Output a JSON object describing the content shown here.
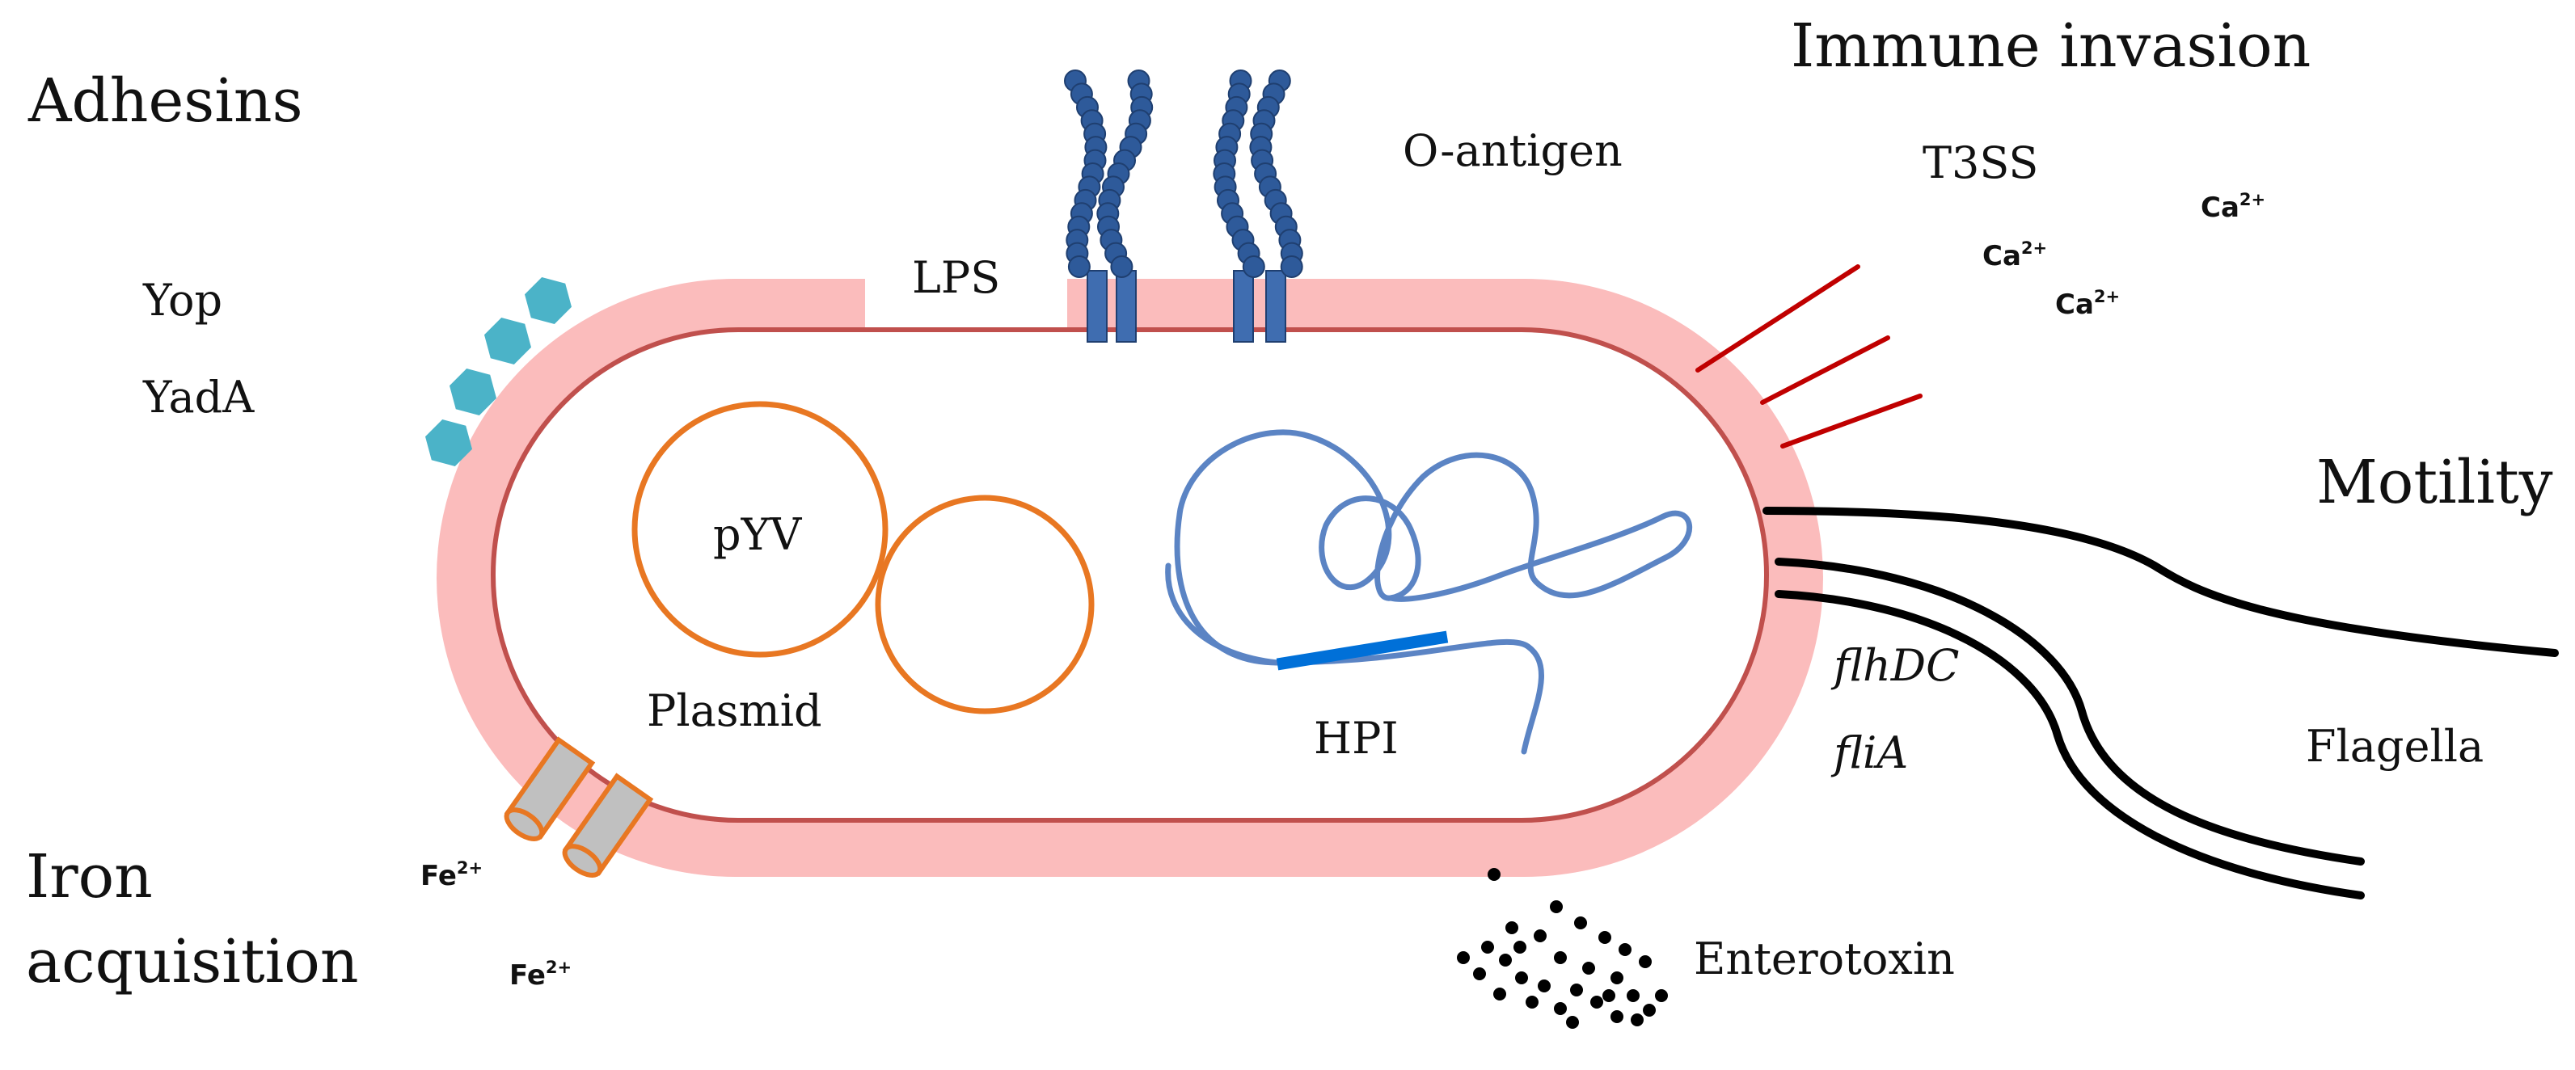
{
  "colors": {
    "envelope": "#fbbcbc",
    "inner_membrane": "#c0504d",
    "plasmid": "#e87722",
    "lps_chain": "#2e5a9a",
    "lps_anchor": "#3f6db0",
    "adhesin": "#4bb3c8",
    "t3ss": "#c00000",
    "chromosome": "#5b84c4",
    "hpi_bar": "#0070d8",
    "iron_channel": "#c0c0c0",
    "flagella": "#000000"
  },
  "headings": {
    "adhesins": "Adhesins",
    "immune_invasion": "Immune invasion",
    "motility": "Motility",
    "iron_line1": "Iron",
    "iron_line2": "acquisition"
  },
  "labels": {
    "yop": "Yop",
    "yada": "YadA",
    "lps": "LPS",
    "o_antigen": "O-antigen",
    "t3ss": "T3SS",
    "pyv": "pYV",
    "plasmid": "Plasmid",
    "hpi": "HPI",
    "flhdc": "flhDC",
    "flia": "fliA",
    "flagella": "Flagella",
    "enterotoxin": "Enterotoxin"
  },
  "ions": {
    "calcium": {
      "symbol": "Ca",
      "charge": "2+"
    },
    "iron": {
      "symbol": "Fe",
      "charge": "2+"
    }
  },
  "icons": [
    "adhesin-hexagon-icon",
    "iron-channel-icon",
    "lps-chain-icon",
    "t3ss-needle-icon",
    "enterotoxin-dot-icon"
  ]
}
